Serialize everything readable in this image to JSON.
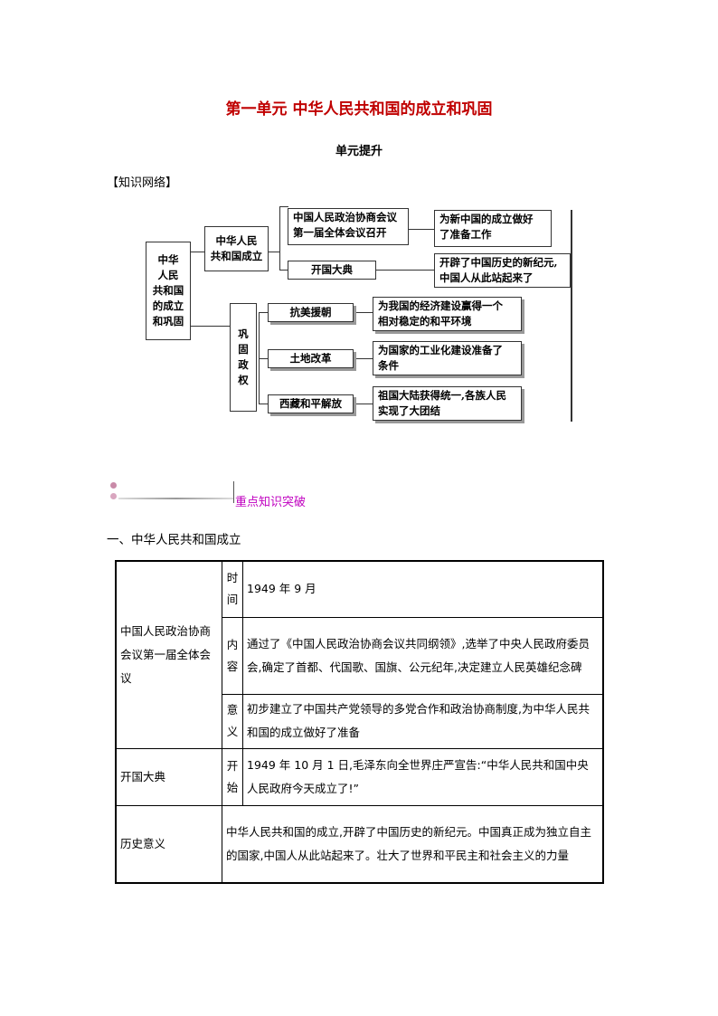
{
  "page": {
    "title": "第一单元  中华人民共和国的成立和巩固",
    "subtitle": "单元提升",
    "section_label": "【知识网络】"
  },
  "diagram": {
    "root": "中华\n人民\n共和国\n的成立\n和巩固",
    "branch1": "中华人民\n共和国成立",
    "branch2": "巩\n固\n政\n权",
    "node_cppcc": "中国人民政治协商会议\n第一届全体会议召开",
    "node_ceremony": "开国大典",
    "node_korea": "抗美援朝",
    "node_land": "土地改革",
    "node_tibet": "西藏和平解放",
    "result_cppcc": "为新中国的成立做好\n了准备工作",
    "result_ceremony": "开辟了中国历史的新纪元,\n中国人从此站起来了",
    "result_korea": "为我国的经济建设赢得一个\n相对稳定的和平环境",
    "result_land": "为国家的工业化建设准备了\n条件",
    "result_tibet": "祖国大陆获得统一,各族人民\n实现了大团结"
  },
  "banner": {
    "text": "重点知识突破"
  },
  "section1": {
    "heading": "一、中华人民共和国成立"
  },
  "table": {
    "rows": [
      {
        "topic": "中国人民政治协商会议第一届全体会议",
        "key": "时间",
        "value": "1949 年 9 月"
      },
      {
        "key": "内容",
        "value": "通过了《中国人民政治协商会议共同纲领》,选举了中央人民政府委员会,确定了首都、代国歌、国旗、公元纪年,决定建立人民英雄纪念碑"
      },
      {
        "key": "意义",
        "value": "初步建立了中国共产党领导的多党合作和政治协商制度,为中华人民共和国的成立做好了准备"
      },
      {
        "topic": "开国大典",
        "key": "开始",
        "value": "1949 年 10 月 1 日,毛泽东向全世界庄严宣告:“中华人民共和国中央人民政府今天成立了!”"
      },
      {
        "topic": "历史意义",
        "value": "中华人民共和国的成立,开辟了中国历史的新纪元。中国真正成为独立自主的国家,中国人从此站起来了。壮大了世界和平民主和社会主义的力量"
      }
    ]
  }
}
